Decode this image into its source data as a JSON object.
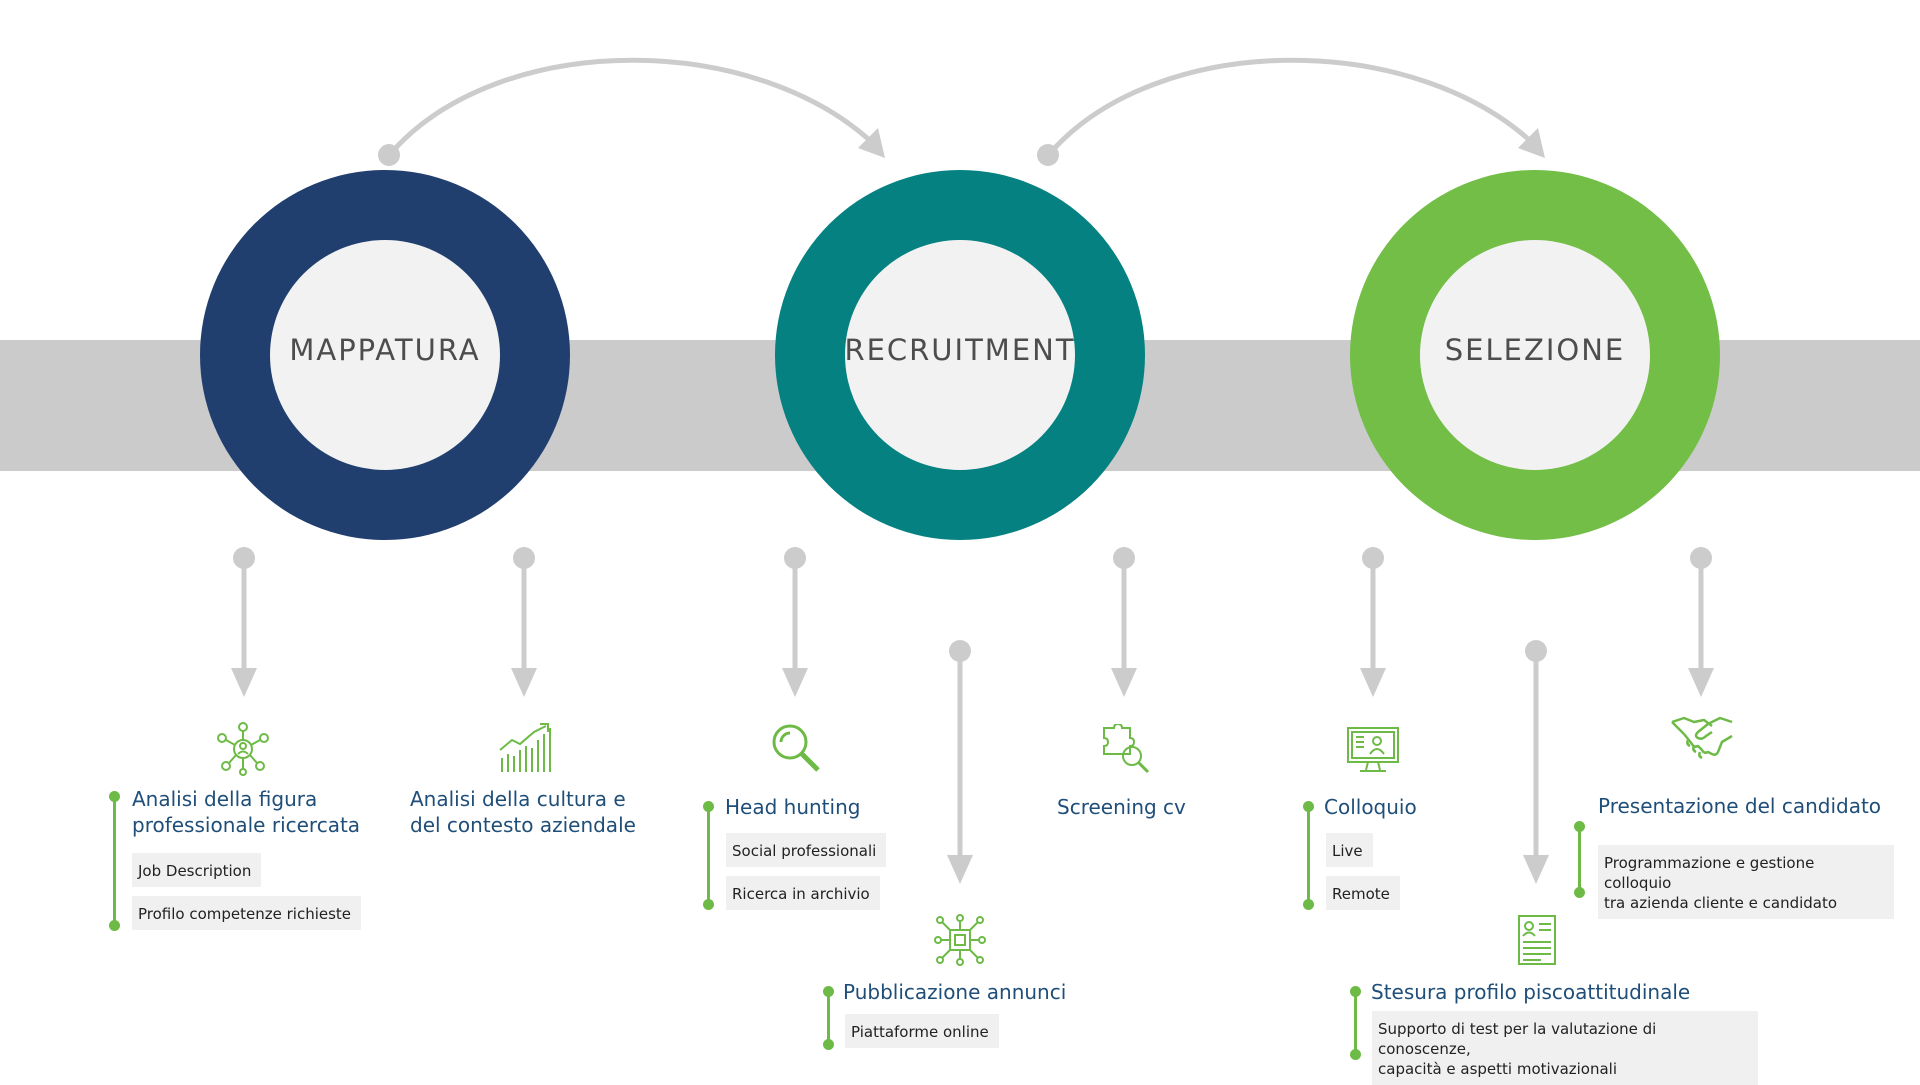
{
  "colors": {
    "band": "#cbcbcb",
    "arrow": "#cccccc",
    "mappatura": "#213f6e",
    "recruitment": "#048180",
    "selezione": "#72be46",
    "inner": "#f2f2f2",
    "accent_green": "#6dbb46",
    "title_blue": "#1f4e79"
  },
  "stages": [
    {
      "label": "MAPPATURA"
    },
    {
      "label": "RECRUITMENT"
    },
    {
      "label": "SELEZIONE"
    }
  ],
  "mappatura": {
    "figura": {
      "title_line1": "Analisi della figura",
      "title_line2": "professionale ricercata",
      "icon": "people-network-icon",
      "tags": [
        "Job Description",
        "Profilo competenze richieste"
      ]
    },
    "cultura": {
      "title_line1": "Analisi della cultura e",
      "title_line2": "del contesto aziendale",
      "icon": "growth-chart-icon"
    }
  },
  "recruitment": {
    "head_hunting": {
      "title": "Head hunting",
      "icon": "magnifier-icon",
      "tags": [
        "Social professionali",
        "Ricerca in archivio"
      ]
    },
    "annunci": {
      "title": "Pubblicazione annunci",
      "icon": "network-chip-icon",
      "tags": [
        "Piattaforme online"
      ]
    },
    "screening": {
      "title": "Screening cv",
      "icon": "puzzle-search-icon"
    }
  },
  "selezione": {
    "colloquio": {
      "title": "Colloquio",
      "icon": "monitor-user-icon",
      "tags": [
        "Live",
        "Remote"
      ]
    },
    "stesura": {
      "title": "Stesura profilo piscoattitudinale",
      "icon": "document-list-icon",
      "tag_line1": "Supporto di test per la valutazione di conoscenze,",
      "tag_line2": "capacità e aspetti motivazionali"
    },
    "presentazione": {
      "title": "Presentazione del candidato",
      "icon": "handshake-icon",
      "tag_line1": "Programmazione e gestione colloquio",
      "tag_line2": "tra azienda cliente e candidato"
    }
  }
}
